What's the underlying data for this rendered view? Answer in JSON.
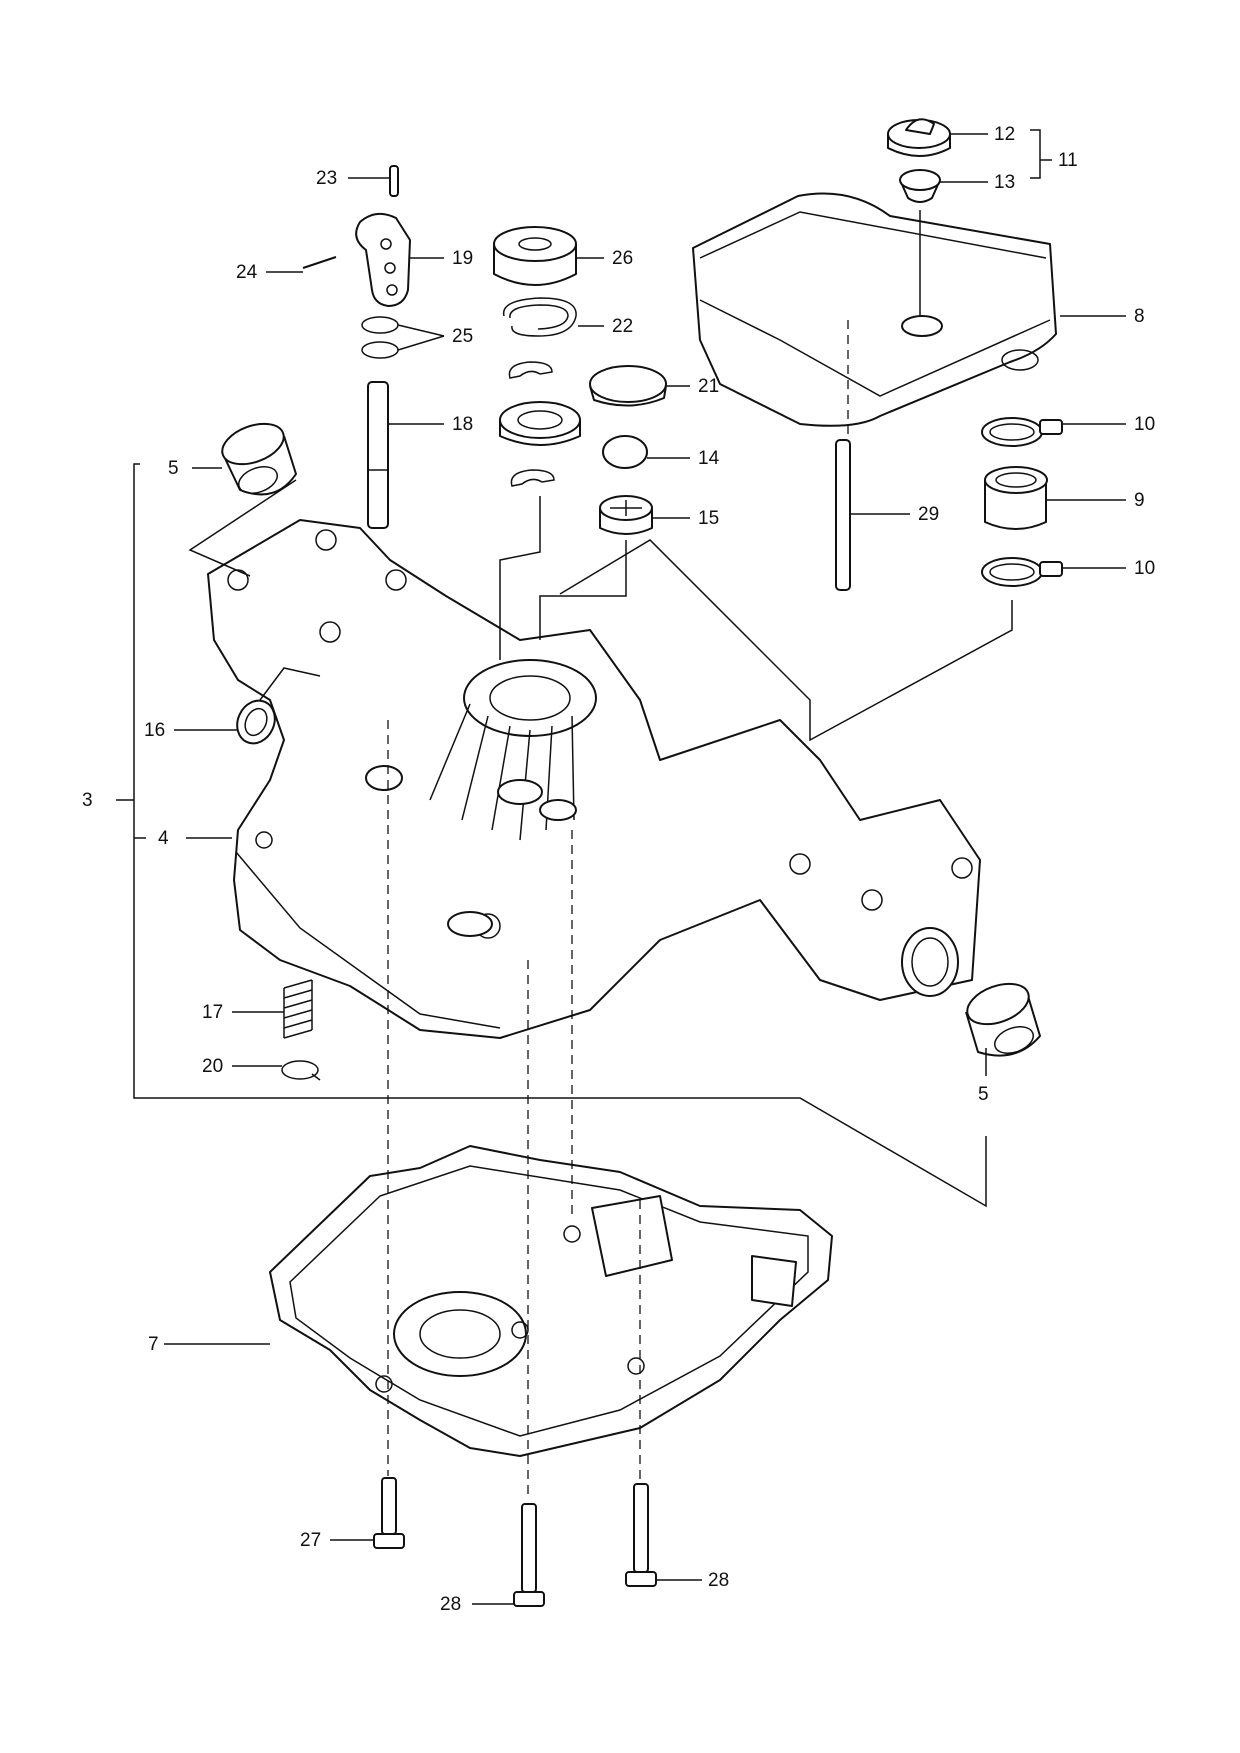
{
  "figure": {
    "background": "#ffffff",
    "ink": "#111111"
  },
  "callouts": [
    {
      "id": "c3",
      "text": "3"
    },
    {
      "id": "c4",
      "text": "4"
    },
    {
      "id": "c5a",
      "text": "5"
    },
    {
      "id": "c5b",
      "text": "5"
    },
    {
      "id": "c7",
      "text": "7"
    },
    {
      "id": "c8",
      "text": "8"
    },
    {
      "id": "c9",
      "text": "9"
    },
    {
      "id": "c10a",
      "text": "10"
    },
    {
      "id": "c10b",
      "text": "10"
    },
    {
      "id": "c11",
      "text": "11"
    },
    {
      "id": "c12",
      "text": "12"
    },
    {
      "id": "c13",
      "text": "13"
    },
    {
      "id": "c14",
      "text": "14"
    },
    {
      "id": "c15",
      "text": "15"
    },
    {
      "id": "c16",
      "text": "16"
    },
    {
      "id": "c17",
      "text": "17"
    },
    {
      "id": "c18",
      "text": "18"
    },
    {
      "id": "c19",
      "text": "19"
    },
    {
      "id": "c20",
      "text": "20"
    },
    {
      "id": "c21",
      "text": "21"
    },
    {
      "id": "c22",
      "text": "22"
    },
    {
      "id": "c23",
      "text": "23"
    },
    {
      "id": "c24",
      "text": "24"
    },
    {
      "id": "c25",
      "text": "25"
    },
    {
      "id": "c26",
      "text": "26"
    },
    {
      "id": "c27",
      "text": "27"
    },
    {
      "id": "c28a",
      "text": "28"
    },
    {
      "id": "c28b",
      "text": "28"
    },
    {
      "id": "c29",
      "text": "29"
    }
  ]
}
